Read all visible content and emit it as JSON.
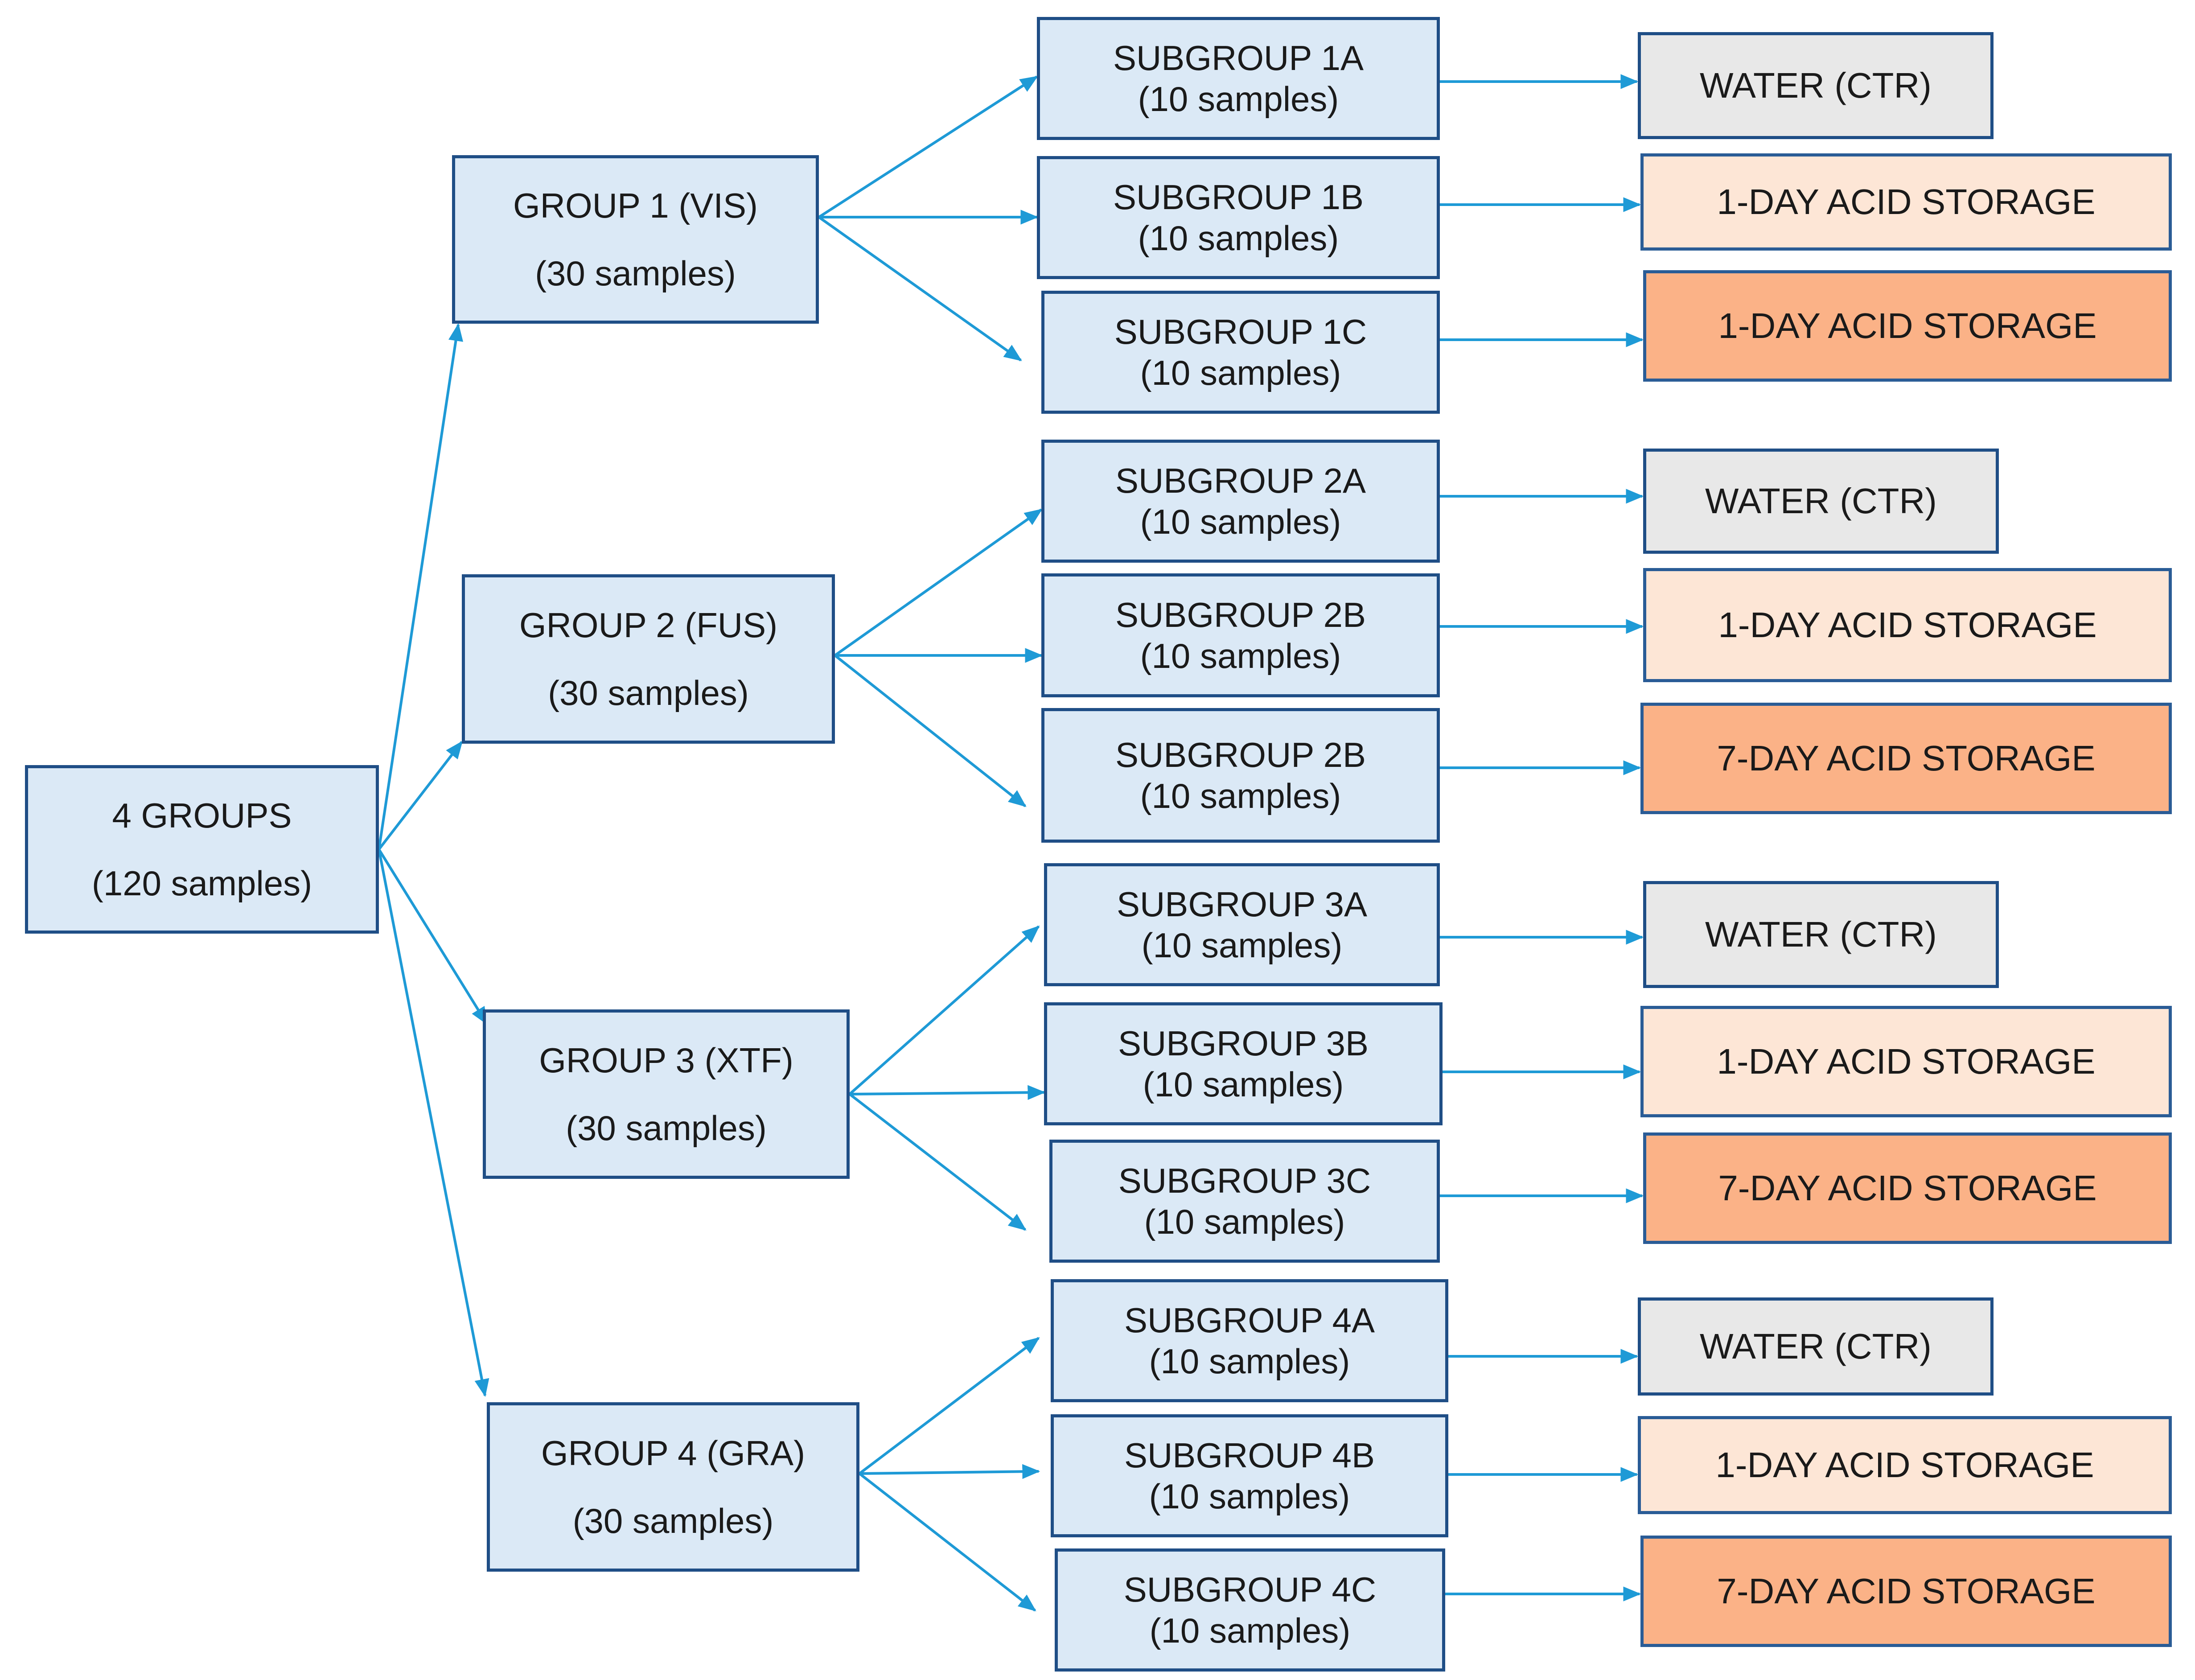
{
  "root": {
    "title": "4 GROUPS",
    "count": "(120 samples)"
  },
  "groups": [
    {
      "title": "GROUP 1 (VIS)",
      "count": "(30 samples)",
      "subgroups": [
        {
          "title": "SUBGROUP 1A",
          "count": "(10 samples)",
          "outcome": "WATER (CTR)",
          "kind": "water"
        },
        {
          "title": "SUBGROUP 1B",
          "count": "(10 samples)",
          "outcome": "1-DAY ACID STORAGE",
          "kind": "light"
        },
        {
          "title": "SUBGROUP 1C",
          "count": "(10 samples)",
          "outcome": "1-DAY ACID STORAGE",
          "kind": "dark"
        }
      ]
    },
    {
      "title": "GROUP 2 (FUS)",
      "count": "(30 samples)",
      "subgroups": [
        {
          "title": "SUBGROUP 2A",
          "count": "(10 samples)",
          "outcome": "WATER (CTR)",
          "kind": "water"
        },
        {
          "title": "SUBGROUP 2B",
          "count": "(10 samples)",
          "outcome": "1-DAY ACID STORAGE",
          "kind": "light"
        },
        {
          "title": "SUBGROUP 2B",
          "count": "(10 samples)",
          "outcome": "7-DAY ACID STORAGE",
          "kind": "dark"
        }
      ]
    },
    {
      "title": "GROUP 3 (XTF)",
      "count": "(30 samples)",
      "subgroups": [
        {
          "title": "SUBGROUP 3A",
          "count": "(10 samples)",
          "outcome": "WATER (CTR)",
          "kind": "water"
        },
        {
          "title": "SUBGROUP 3B",
          "count": "(10 samples)",
          "outcome": "1-DAY ACID STORAGE",
          "kind": "light"
        },
        {
          "title": "SUBGROUP 3C",
          "count": "(10 samples)",
          "outcome": "7-DAY ACID STORAGE",
          "kind": "dark"
        }
      ]
    },
    {
      "title": "GROUP 4 (GRA)",
      "count": "(30 samples)",
      "subgroups": [
        {
          "title": "SUBGROUP 4A",
          "count": "(10 samples)",
          "outcome": "WATER (CTR)",
          "kind": "water"
        },
        {
          "title": "SUBGROUP 4B",
          "count": "(10 samples)",
          "outcome": "1-DAY ACID STORAGE",
          "kind": "light"
        },
        {
          "title": "SUBGROUP 4C",
          "count": "(10 samples)",
          "outcome": "7-DAY ACID STORAGE",
          "kind": "dark"
        }
      ]
    }
  ],
  "colors": {
    "box_fill": "#dbe9f6",
    "box_border": "#1f4e86",
    "arrow": "#1e9ad6",
    "water_fill": "#e8e8e8",
    "one_day_fill": "#fde6d6",
    "seven_day_fill": "#fbb287"
  }
}
